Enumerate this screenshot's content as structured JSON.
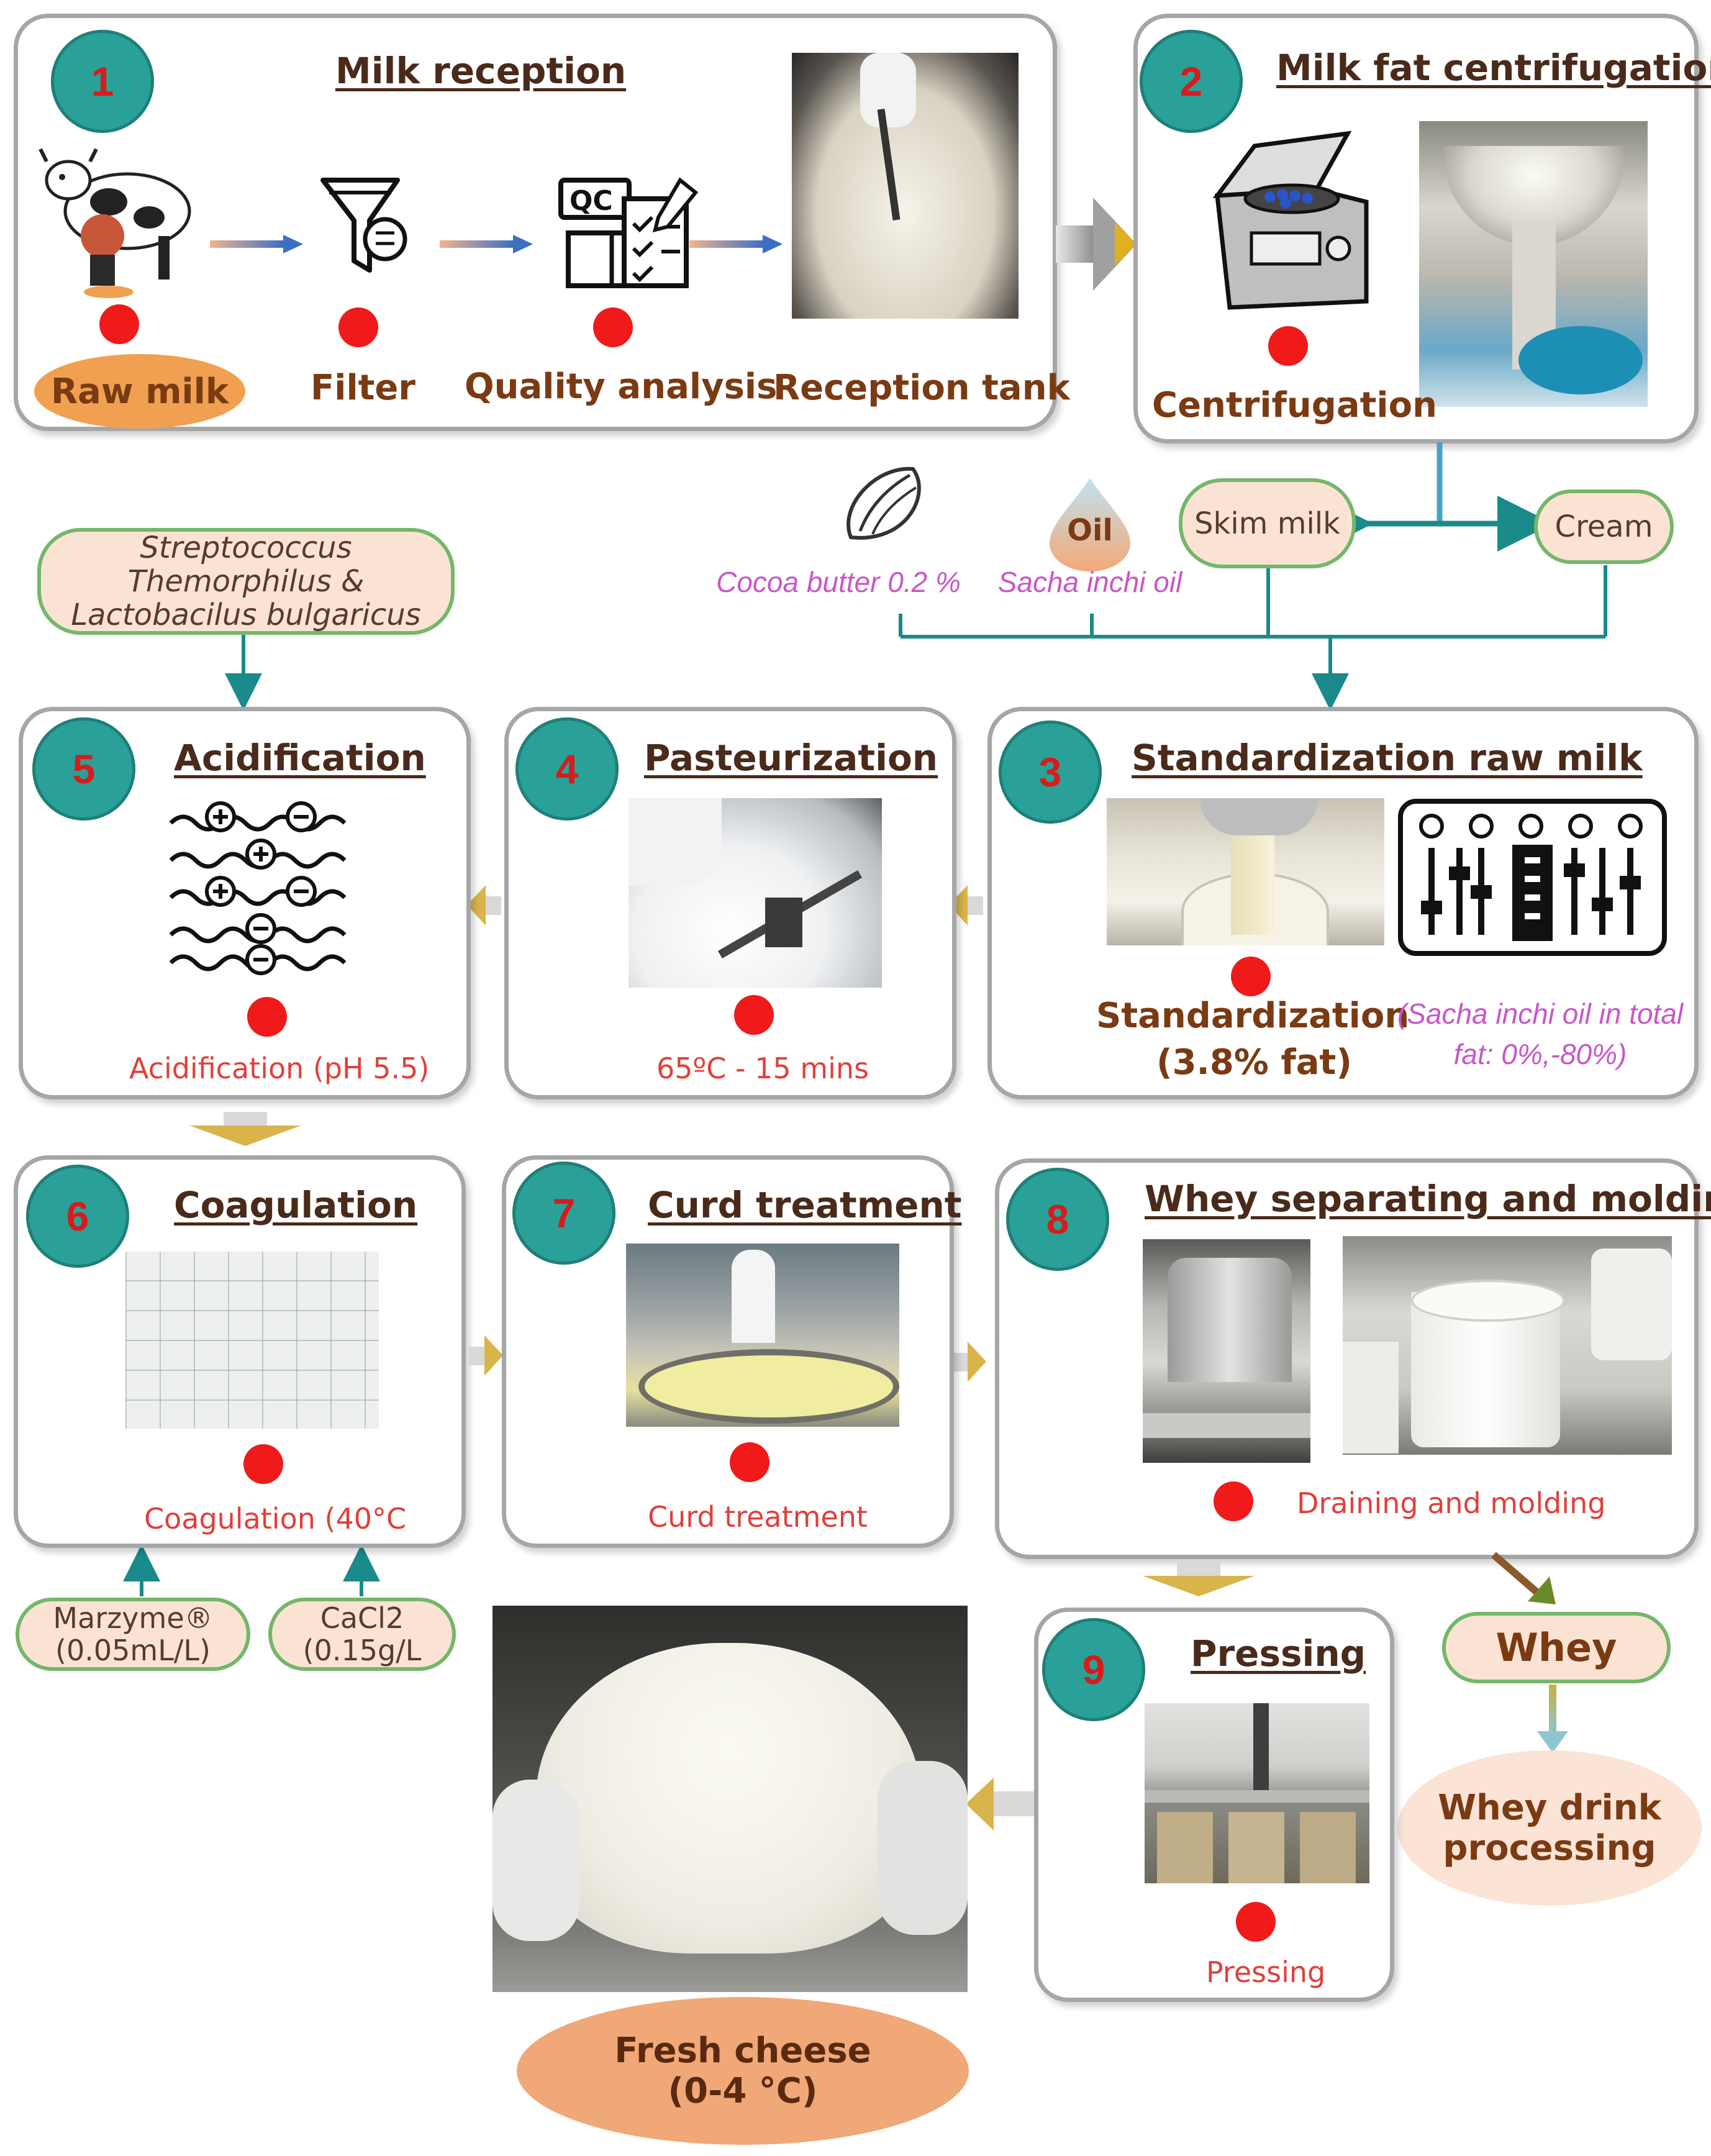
{
  "steps": {
    "s1": {
      "num": "1",
      "title": "Milk reception",
      "raw_milk": "Raw milk",
      "filter": "Filter",
      "quality": "Quality analysis",
      "tank": "Reception tank",
      "qc_text": "QC"
    },
    "s2": {
      "num": "2",
      "title": "Milk fat centrifugation",
      "label": "Centrifugation"
    },
    "s3": {
      "num": "3",
      "title": "Standardization raw milk",
      "label_line1": "Standardization",
      "label_line2": "(3.8% fat)",
      "note_line1": "(Sacha inchi oil in total",
      "note_line2": "fat: 0%,-80%)"
    },
    "s4": {
      "num": "4",
      "title": "Pasteurization",
      "label": "65ºC - 15 mins"
    },
    "s5": {
      "num": "5",
      "title": "Acidification",
      "label": "Acidification (pH 5.5)"
    },
    "s6": {
      "num": "6",
      "title": "Coagulation",
      "label": "Coagulation (40°C"
    },
    "s7": {
      "num": "7",
      "title": "Curd treatment",
      "label": "Curd treatment"
    },
    "s8": {
      "num": "8",
      "title": "Whey  separating and molding",
      "label": "Draining and molding"
    },
    "s9": {
      "num": "9",
      "title": "Pressing",
      "label": "Pressing"
    }
  },
  "inputs": {
    "skim_milk": "Skim milk",
    "cream": "Cream",
    "cocoa": "Cocoa butter 0.2 %",
    "sacha": "Sacha inchi oil",
    "oil_drop": "Oil",
    "starter_line1": "Streptococcus",
    "starter_line2": "Themorphilus &",
    "starter_line3": "Lactobacilus bulgaricus",
    "marzyme_line1": "Marzyme®",
    "marzyme_line2": "(0.05mL/L)",
    "cacl_line1": "CaCl2",
    "cacl_line2": "(0.15g/L"
  },
  "outputs": {
    "whey": "Whey",
    "whey_drink_line1": "Whey drink",
    "whey_drink_line2": "processing",
    "cheese_line1": "Fresh cheese",
    "cheese_line2": "(0-4 °C)"
  },
  "colors": {
    "teal_circle": "#2aa198",
    "number_red": "#d81b1b",
    "dot_red": "#f01a1a",
    "pill_fill": "#fbe3d4",
    "pill_border": "#74b76a",
    "orange_oval": "#f0a878",
    "connector_teal": "#1a8a8a",
    "violet_text": "#c857c8"
  },
  "icons": [
    "cow-icon",
    "filter-funnel-icon",
    "qc-checklist-icon",
    "centrifuge-icon",
    "cocoa-bean-icon",
    "oil-drop-icon",
    "ion-chain-icon",
    "mixer-console-icon"
  ]
}
